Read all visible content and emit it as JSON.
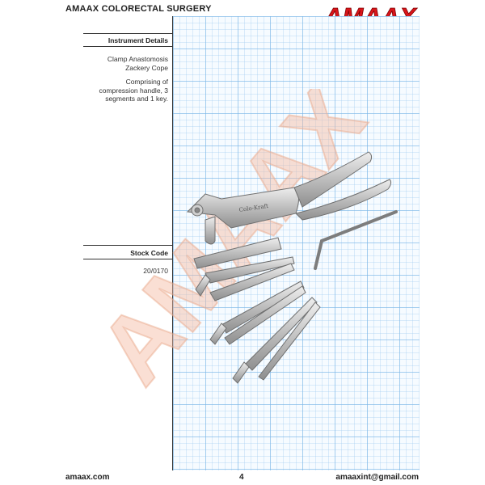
{
  "header": {
    "title": "AMAAX COLORECTAL SURGERY",
    "logo_text": "AMAAX"
  },
  "watermark_text": "AMAAX",
  "instrument_details": {
    "heading": "Instrument Details",
    "name_line1": "Clamp Anastomosis",
    "name_line2": "Zackery Cope",
    "desc_line1": "Comprising of",
    "desc_line2": "compression handle, 3",
    "desc_line3": "segments and 1 key."
  },
  "engraving": "Colo-Kraft",
  "stock": {
    "heading": "Stock Code",
    "code": "20/0170"
  },
  "footer": {
    "website": "amaax.com",
    "page": "4",
    "email": "amaaxint@gmail.com"
  },
  "colors": {
    "logo_red": "#d9151b",
    "grid_blue": "#78b4e6",
    "watermark": "#f3b9a0"
  }
}
